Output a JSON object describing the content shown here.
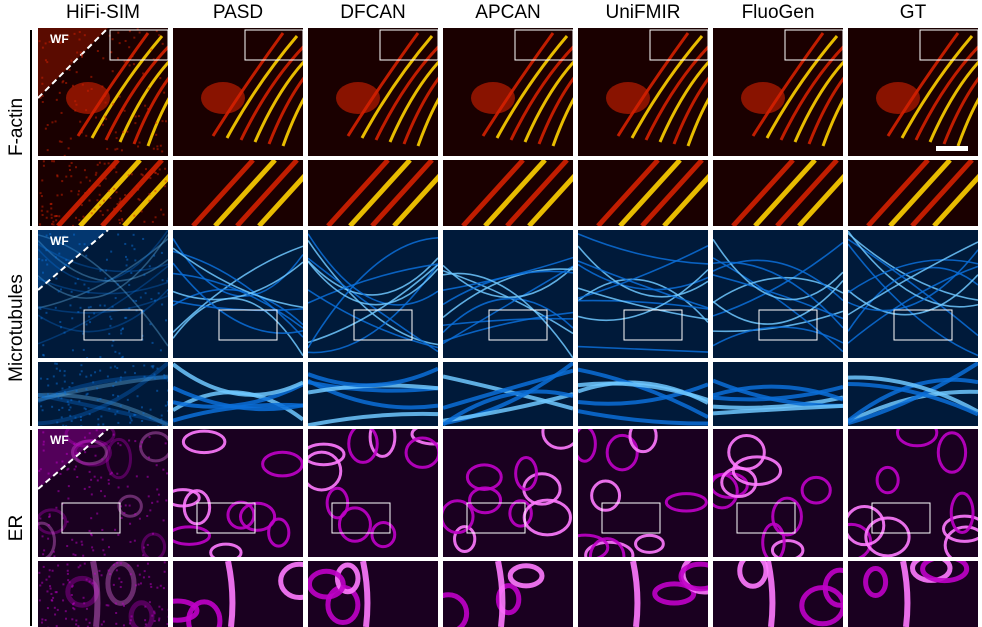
{
  "columns": [
    "HiFi-SIM",
    "PASD",
    "DFCAN",
    "APCAN",
    "UniFMIR",
    "FluoGen",
    "GT"
  ],
  "rows": [
    {
      "label": "F-actin",
      "colormap": "hot",
      "base": "#1a0000",
      "mid": "#d42000",
      "hi": "#ffd000"
    },
    {
      "label": "Microtubules",
      "colormap": "blue",
      "base": "#001a3a",
      "mid": "#0a6fd8",
      "hi": "#6fc8ff"
    },
    {
      "label": "ER",
      "colormap": "magenta",
      "base": "#1a0020",
      "mid": "#c000c8",
      "hi": "#ff7aff"
    }
  ],
  "wf_label": "WF"
}
